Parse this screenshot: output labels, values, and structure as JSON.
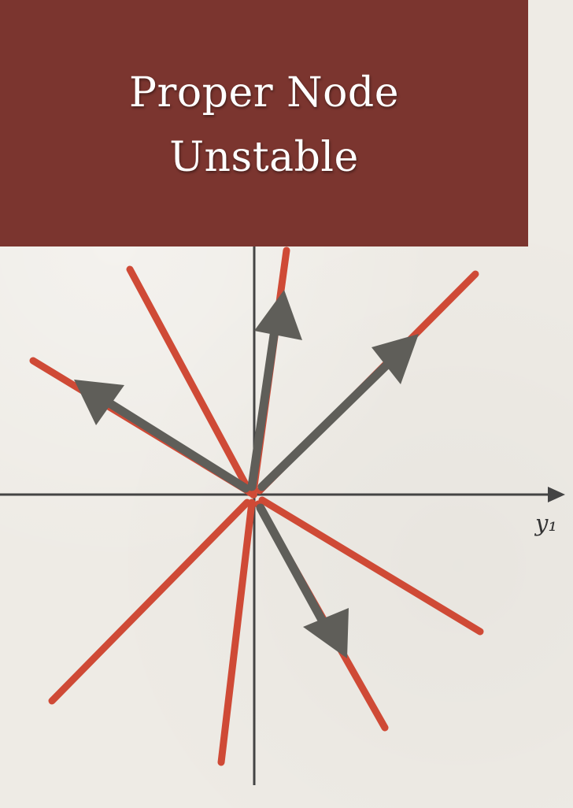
{
  "title": {
    "line1": "Proper Node",
    "line2": "Unstable"
  },
  "axes": {
    "x_label": "y₁"
  },
  "colors": {
    "banner": "#7b352f",
    "trajectory_red": "#cf4a36",
    "trajectory_gray": "#5f5e59",
    "axis": "#444444",
    "background": "#eeebe5"
  }
}
